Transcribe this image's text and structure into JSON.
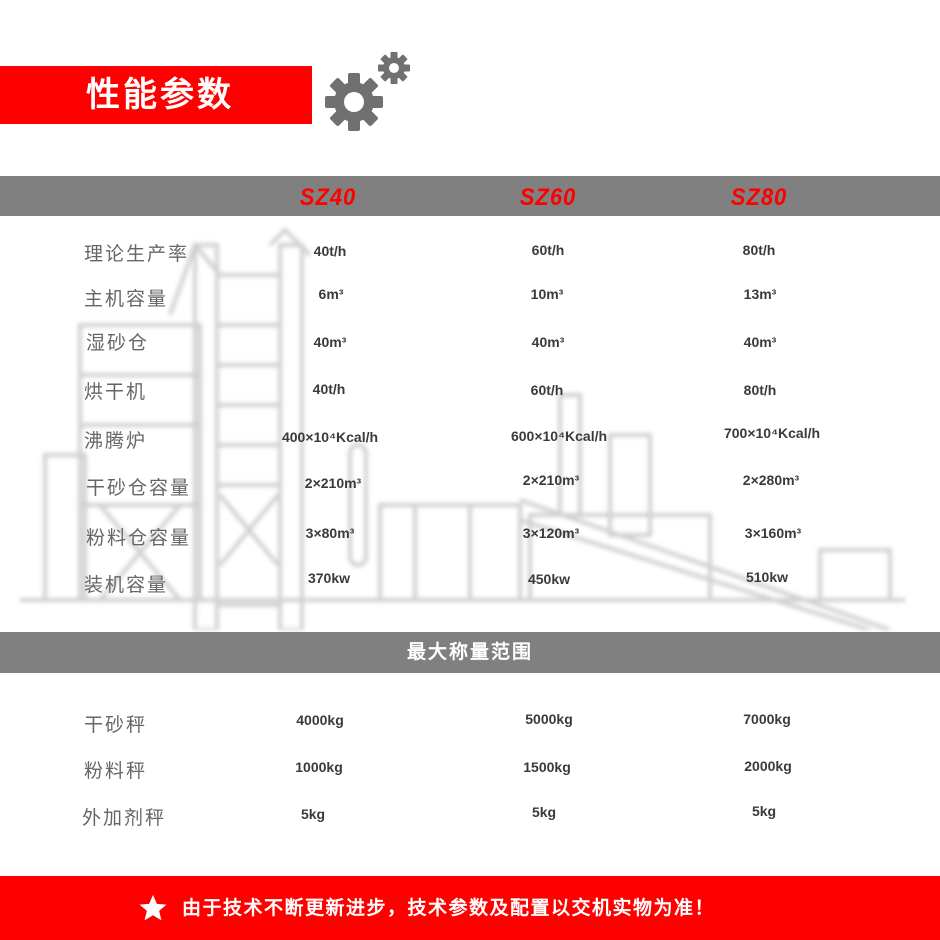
{
  "header": {
    "title": "性能参数",
    "icon": "gears-icon",
    "accent_color": "#ff0000",
    "icon_color": "#707070"
  },
  "models": [
    "SZ40",
    "SZ60",
    "SZ80"
  ],
  "performance": {
    "rows": [
      {
        "label": "理论生产率",
        "values": [
          "40t/h",
          "60t/h",
          "80t/h"
        ]
      },
      {
        "label": "主机容量",
        "values": [
          "6m³",
          "10m³",
          "13m³"
        ]
      },
      {
        "label": "湿砂仓",
        "values": [
          "40m³",
          "40m³",
          "40m³"
        ]
      },
      {
        "label": "烘干机",
        "values": [
          "40t/h",
          "60t/h",
          "80t/h"
        ]
      },
      {
        "label": "沸腾炉",
        "values": [
          "400×10⁴Kcal/h",
          "600×10⁴Kcal/h",
          "700×10⁴Kcal/h"
        ]
      },
      {
        "label": "干砂仓容量",
        "values": [
          "2×210m³",
          "2×210m³",
          "2×280m³"
        ]
      },
      {
        "label": "粉料仓容量",
        "values": [
          "3×80m³",
          "3×120m³",
          "3×160m³"
        ]
      },
      {
        "label": "装机容量",
        "values": [
          "370kw",
          "450kw",
          "510kw"
        ]
      }
    ]
  },
  "weighing": {
    "title": "最大称量范围",
    "rows": [
      {
        "label": "干砂秤",
        "values": [
          "4000kg",
          "5000kg",
          "7000kg"
        ]
      },
      {
        "label": "粉料秤",
        "values": [
          "1000kg",
          "1500kg",
          "2000kg"
        ]
      },
      {
        "label": "外加剂秤",
        "values": [
          "5kg",
          "5kg",
          "5kg"
        ]
      }
    ]
  },
  "footer": {
    "icon": "star-icon",
    "notice": "由于技术不断更新进步，技术参数及配置以交机实物为准！"
  },
  "colors": {
    "bar_gray": "#808080",
    "model_red": "#ff0000",
    "label_gray": "#666666",
    "value_dark": "#3a3a3a"
  }
}
